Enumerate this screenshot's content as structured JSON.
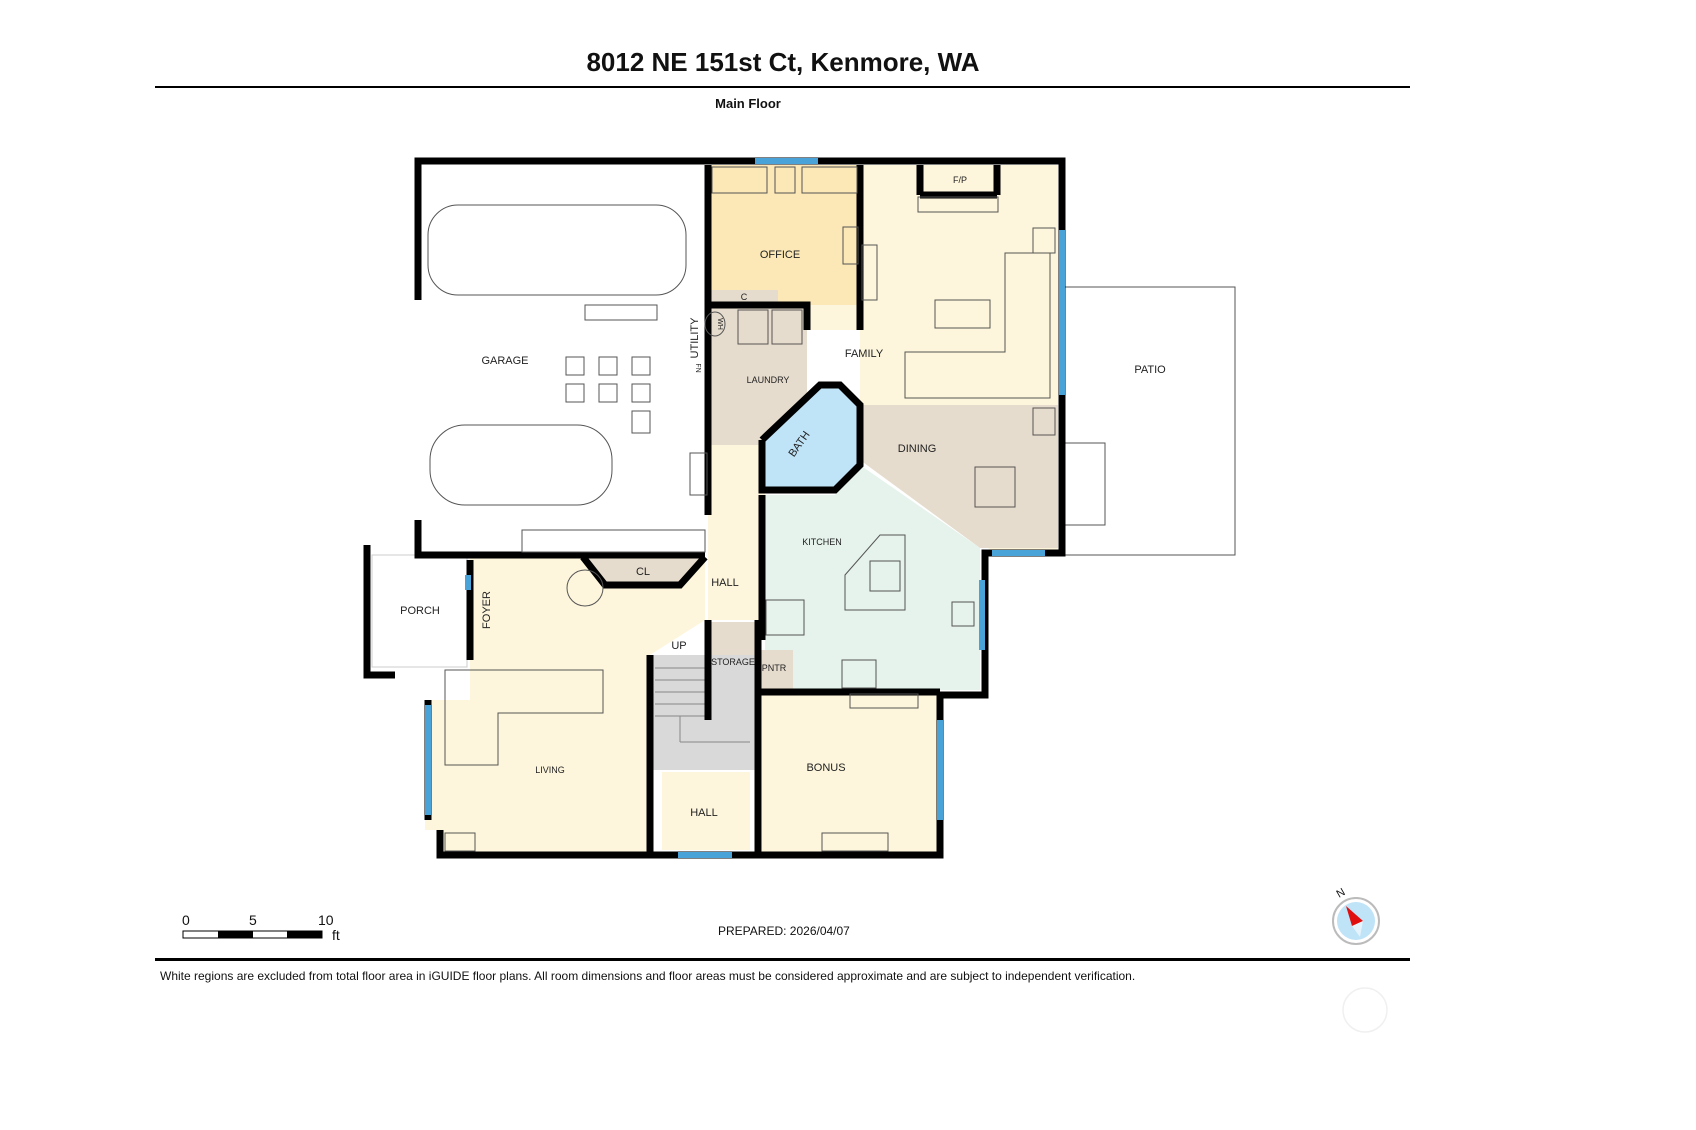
{
  "header": {
    "title": "8012 NE 151st Ct, Kenmore, WA",
    "floor_name": "Main Floor"
  },
  "rooms": {
    "garage": "GARAGE",
    "office": "OFFICE",
    "closet_c": "C",
    "fireplace": "F/P",
    "utility": "UTILITY",
    "water_heater": "WH",
    "furnace": "FN",
    "laundry": "LAUNDRY",
    "family": "FAMILY",
    "bath": "BATH",
    "dining": "DINING",
    "patio": "PATIO",
    "kitchen": "KITCHEN",
    "closet_cl": "CL",
    "hall_upper": "HALL",
    "porch": "PORCH",
    "foyer": "FOYER",
    "up": "UP",
    "storage": "STORAGE",
    "pantry": "PNTR",
    "living": "LIVING",
    "bonus": "BONUS",
    "hall_lower": "HALL"
  },
  "scale_bar": {
    "labels": [
      "0",
      "5",
      "10"
    ],
    "unit": "ft"
  },
  "prepared": "PREPARED: 2026/04/07",
  "compass": {
    "label": "N"
  },
  "disclaimer": "White regions are excluded from total floor area in iGUIDE floor plans. All room dimensions and floor areas must be considered approximate and are subject to independent verification.",
  "colors": {
    "wall": "#000000",
    "window": "#4aa3d8",
    "office": "#fbe8b6",
    "family": "#fdf6dc",
    "beige": "#e6dccd",
    "bath": "#bfe3f7",
    "kitchen": "#e5f3ec",
    "stairs": "#d9d9d9"
  }
}
